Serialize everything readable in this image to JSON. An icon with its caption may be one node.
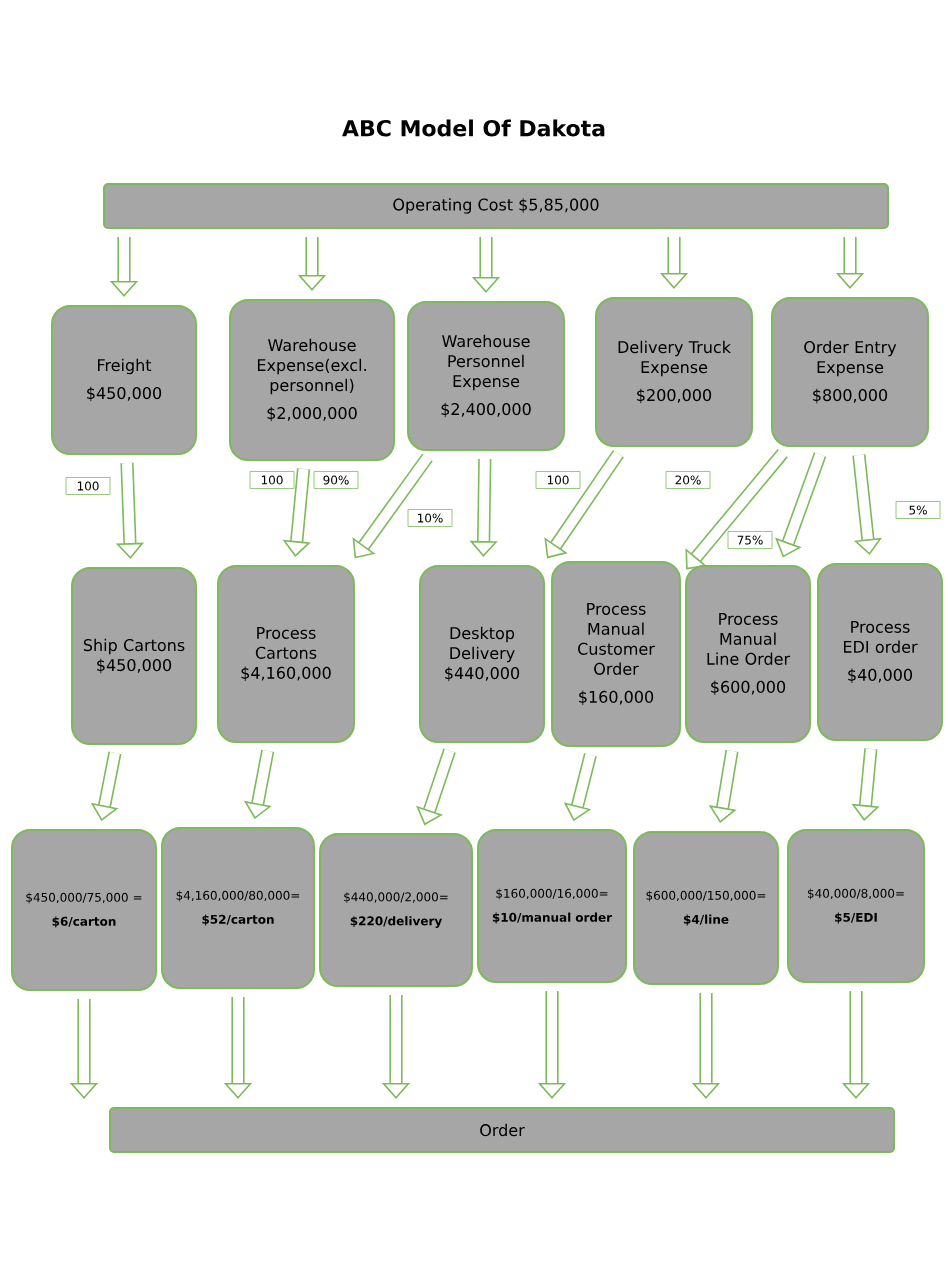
{
  "diagram": {
    "title": "ABC Model Of Dakota",
    "nodes": [
      {
        "text": [
          "Operating Cost $5,85,000"
        ]
      },
      {
        "text": [
          "Freight",
          "$450,000"
        ]
      },
      {
        "text": [
          "Warehouse Expense(excl. personnel)",
          "$2,000,000"
        ]
      },
      {
        "text": [
          "Warehouse Personnel Expense",
          "$2,400,000"
        ]
      },
      {
        "text": [
          "Delivery Truck Expense",
          "$200,000"
        ]
      },
      {
        "text": [
          "Order Entry Expense",
          "$800,000"
        ]
      },
      {
        "text": [
          "Ship Cartons $450,000"
        ]
      },
      {
        "text": [
          "Process Cartons $4,160,000"
        ]
      },
      {
        "text": [
          "Desktop Delivery $440,000"
        ]
      },
      {
        "text": [
          "Process Manual Customer Order",
          "$160,000"
        ]
      },
      {
        "text": [
          "Process Manual Line Order",
          "$600,000"
        ]
      },
      {
        "text": [
          "Process EDI order",
          "$40,000"
        ]
      },
      {
        "text": [
          "$450,000/75,000 =",
          "$6/carton"
        ]
      },
      {
        "text": [
          "$4,160,000/80,000=",
          "$52/carton"
        ]
      },
      {
        "text": [
          "$440,000/2,000=",
          "$220/delivery"
        ]
      },
      {
        "text": [
          "$160,000/16,000=",
          "$10/manual order"
        ]
      },
      {
        "text": [
          "$600,000/150,000=",
          "$4/line"
        ]
      },
      {
        "text": [
          "$40,000/8,000=",
          "$5/EDI"
        ]
      },
      {
        "text": [
          "Order"
        ]
      }
    ],
    "edges": [
      {
        "from": 0,
        "to": 1,
        "arrow": "to"
      },
      {
        "from": 0,
        "to": 2,
        "arrow": "to"
      },
      {
        "from": 0,
        "to": 3,
        "arrow": "to"
      },
      {
        "from": 0,
        "to": 4,
        "arrow": "to"
      },
      {
        "from": 0,
        "to": 5,
        "arrow": "to"
      },
      {
        "from": 1,
        "to": 6,
        "arrow": "to",
        "label": "100"
      },
      {
        "from": 2,
        "to": 7,
        "arrow": "to",
        "label": "100"
      },
      {
        "from": 3,
        "to": 7,
        "arrow": "to",
        "label": "90%"
      },
      {
        "from": 3,
        "to": 8,
        "arrow": "to",
        "label": "10%"
      },
      {
        "from": 4,
        "to": 8,
        "arrow": "to",
        "label": "100"
      },
      {
        "from": 5,
        "to": 9,
        "arrow": "to",
        "label": "20%"
      },
      {
        "from": 5,
        "to": 10,
        "arrow": "to",
        "label": "75%"
      },
      {
        "from": 5,
        "to": 11,
        "arrow": "to",
        "label": "5%"
      },
      {
        "from": 6,
        "to": 12,
        "arrow": "to"
      },
      {
        "from": 7,
        "to": 13,
        "arrow": "to"
      },
      {
        "from": 8,
        "to": 14,
        "arrow": "to"
      },
      {
        "from": 9,
        "to": 15,
        "arrow": "to"
      },
      {
        "from": 10,
        "to": 16,
        "arrow": "to"
      },
      {
        "from": 11,
        "to": 17,
        "arrow": "to"
      },
      {
        "from": 12,
        "to": 18,
        "arrow": "to"
      },
      {
        "from": 13,
        "to": 18,
        "arrow": "to"
      },
      {
        "from": 14,
        "to": 18,
        "arrow": "to"
      },
      {
        "from": 15,
        "to": 18,
        "arrow": "to"
      },
      {
        "from": 16,
        "to": 18,
        "arrow": "to"
      },
      {
        "from": 17,
        "to": 18,
        "arrow": "to"
      }
    ]
  }
}
